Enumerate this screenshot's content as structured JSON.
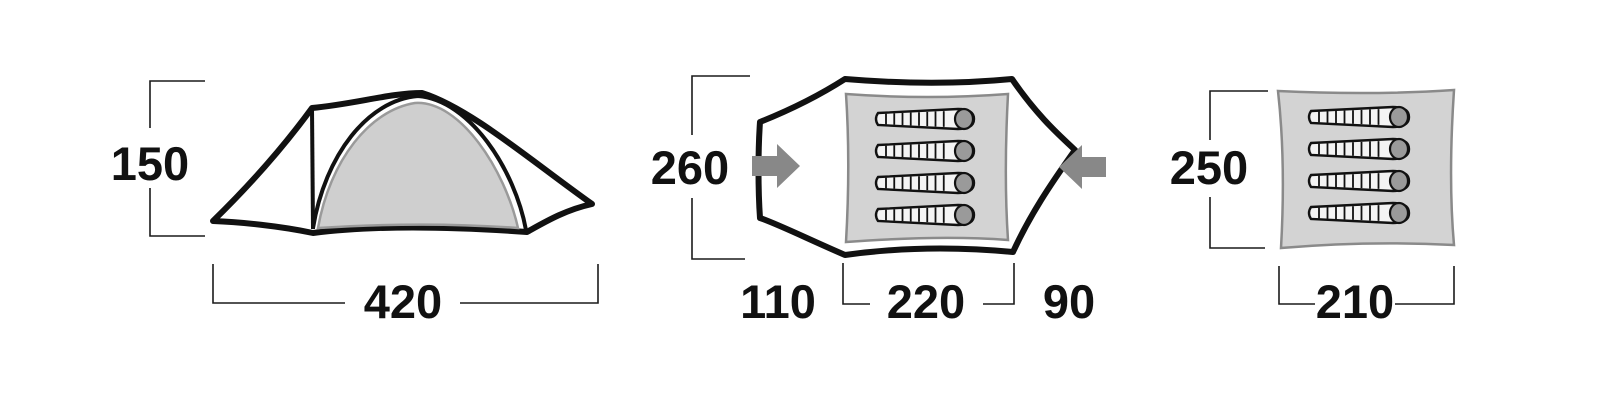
{
  "side_view": {
    "height_label": "150",
    "length_label": "420"
  },
  "top_view": {
    "width_label": "260",
    "front_vestibule_label": "110",
    "inner_length_label": "220",
    "rear_vestibule_label": "90"
  },
  "inner_tent": {
    "width_label": "250",
    "length_label": "210"
  },
  "sleeping_bag_count": 4,
  "colors": {
    "outline": "#111111",
    "inner_fill": "#d3d3d3",
    "arrow": "#888888"
  },
  "icons": [
    "tent-side-view",
    "tent-top-view",
    "inner-tent-floor",
    "sleeping-bag-icon",
    "entrance-arrow-icon"
  ]
}
